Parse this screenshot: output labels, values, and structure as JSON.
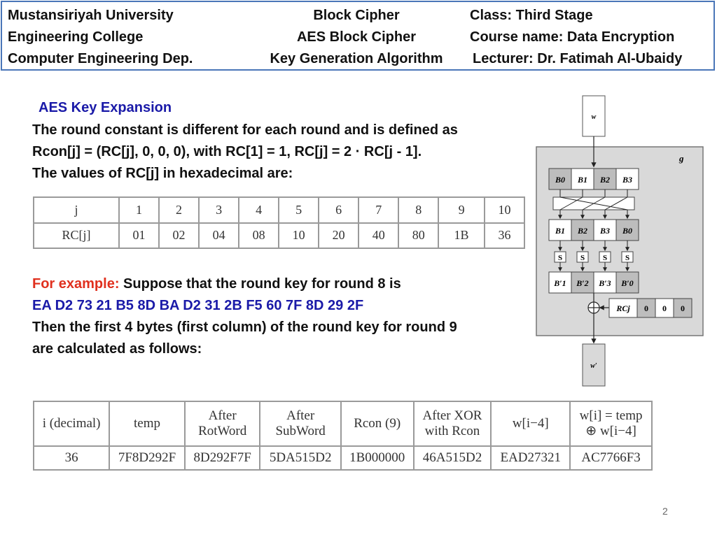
{
  "header": {
    "left": [
      "Mustansiriyah University",
      "Engineering College",
      "Computer Engineering Dep."
    ],
    "center": [
      "Block Cipher",
      "AES Block Cipher",
      "Key Generation Algorithm"
    ],
    "right": [
      "Class: Third Stage",
      "Course name: Data Encryption",
      "Lecturer: Dr. Fatimah Al-Ubaidy"
    ]
  },
  "section_title": "AES Key Expansion",
  "intro": [
    "The round constant is different for each round and is defined as",
    "Rcon[j] = (RC[j], 0, 0, 0), with RC[1] = 1, RC[j] = 2 · RC[j - 1].",
    "The values of RC[j] in hexadecimal are:"
  ],
  "rc_table": {
    "j_label": "j",
    "rc_label": "RC[j]",
    "j": [
      "1",
      "2",
      "3",
      "4",
      "5",
      "6",
      "7",
      "8",
      "9",
      "10"
    ],
    "rc": [
      "01",
      "02",
      "04",
      "08",
      "10",
      "20",
      "40",
      "80",
      "1B",
      "36"
    ]
  },
  "example": {
    "label": "For example:",
    "line1": " Suppose that the round key for round 8 is",
    "key": "EA D2 73 21 B5 8D BA D2 31 2B F5 60 7F 8D 29 2F",
    "line3": "Then the first 4 bytes (first column) of the round key for round 9",
    "line4": "are calculated as follows:"
  },
  "calc_table": {
    "headers": [
      [
        "i (decimal)"
      ],
      [
        "temp"
      ],
      [
        "After",
        "RotWord"
      ],
      [
        "After",
        "SubWord"
      ],
      [
        "Rcon (9)"
      ],
      [
        "After XOR",
        "with Rcon"
      ],
      [
        "w[i−4]"
      ],
      [
        "w[i] = temp",
        "⊕ w[i−4]"
      ]
    ],
    "row": [
      "36",
      "7F8D292F",
      "8D292F7F",
      "5DA515D2",
      "1B000000",
      "46A515D2",
      "EAD27321",
      "AC7766F3"
    ]
  },
  "diagram": {
    "input_label": "w",
    "output_label": "w′",
    "function_label": "g",
    "row1": [
      "B0",
      "B1",
      "B2",
      "B3"
    ],
    "row2": [
      "B1",
      "B2",
      "B3",
      "B0"
    ],
    "sbox_label": "S",
    "row3": [
      "B′1",
      "B′2",
      "B′3",
      "B′0"
    ],
    "rcon_cells": [
      "RCj",
      "0",
      "0",
      "0"
    ],
    "colors": {
      "shaded": "#c8c8c8",
      "box_bg": "#d9d9d9",
      "cell_light": "#ffffff"
    }
  },
  "page_number": "2"
}
